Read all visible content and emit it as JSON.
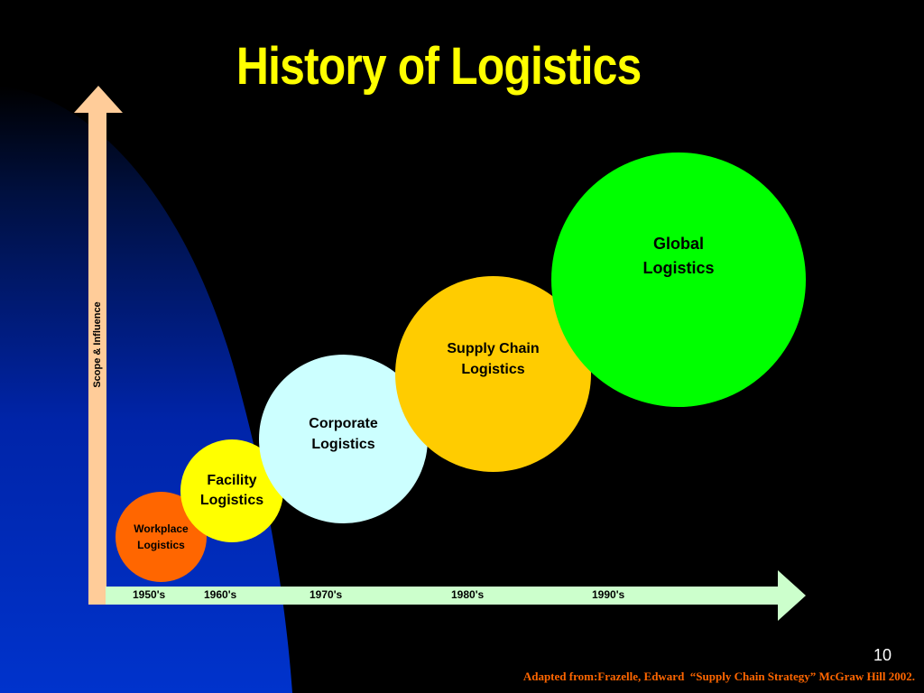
{
  "title": "History of Logistics",
  "y_axis_label": "Scope & Influence",
  "decades": [
    "1950's",
    "1960's",
    "1970's",
    "1980's",
    "1990's"
  ],
  "stages": [
    {
      "label_line1": "Workplace",
      "label_line2": "Logistics",
      "color": "#ff6600"
    },
    {
      "label_line1": "Facility",
      "label_line2": "Logistics",
      "color": "#ffff00"
    },
    {
      "label_line1": "Corporate",
      "label_line2": "Logistics",
      "color": "#ccffff"
    },
    {
      "label_line1": "Supply Chain",
      "label_line2": "Logistics",
      "color": "#ffcc00"
    },
    {
      "label_line1": "Global",
      "label_line2": "Logistics",
      "color": "#00ff00"
    }
  ],
  "page_number": "10",
  "credit": "Adapted from:Frazelle, Edward  “Supply Chain Strategy” McGraw Hill 2002.",
  "colors": {
    "background": "#000000",
    "title": "#ffff00",
    "y_arrow": "#ffcc99",
    "x_arrow": "#ccffcc",
    "glow": "#0033cc",
    "credit": "#ff6600"
  }
}
